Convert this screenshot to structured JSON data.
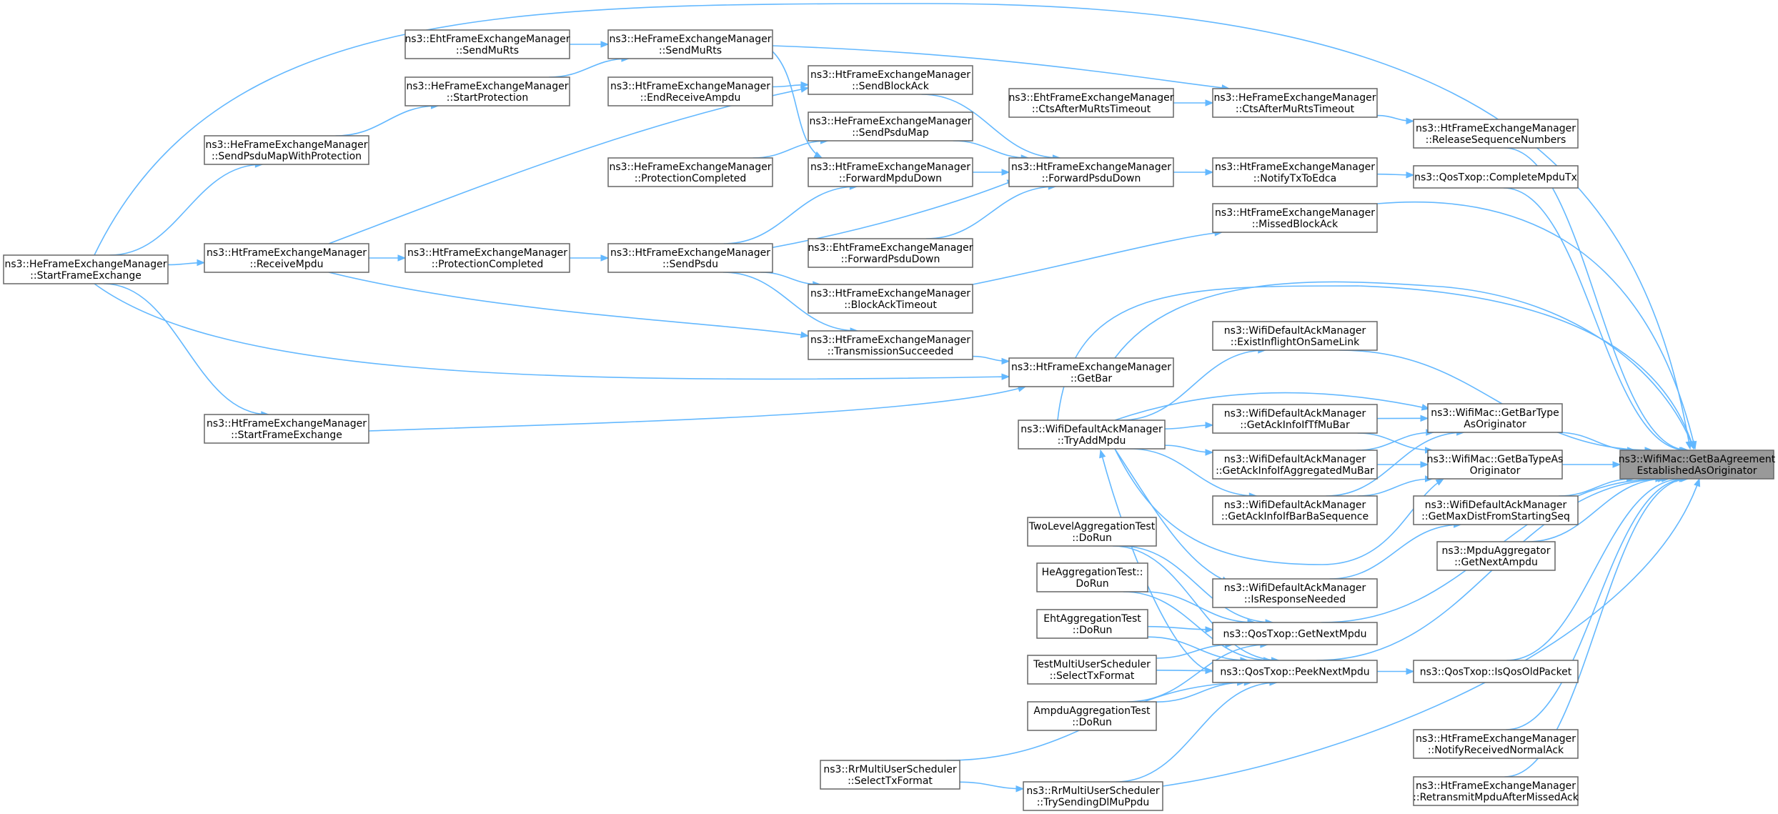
{
  "colors": {
    "edge": "#63b8ff",
    "node_border": "#666666",
    "root_fill": "#999999",
    "background": "#ffffff"
  },
  "nodes": {
    "root": {
      "lines": [
        "ns3::WifiMac::GetBaAgreement",
        "EstablishedAsOriginator"
      ],
      "kind": "root"
    },
    "heStart": {
      "lines": [
        "ns3::HeFrameExchangeManager",
        "::StartFrameExchange"
      ]
    },
    "ehtMuRts": {
      "lines": [
        "ns3::EhtFrameExchangeManager",
        "::SendMuRts"
      ]
    },
    "heMuRts": {
      "lines": [
        "ns3::HeFrameExchangeManager",
        "::SendMuRts"
      ]
    },
    "heStartProt": {
      "lines": [
        "ns3::HeFrameExchangeManager",
        "::StartProtection"
      ]
    },
    "htEndRecv": {
      "lines": [
        "ns3::HtFrameExchangeManager",
        "::EndReceiveAmpdu"
      ]
    },
    "heSendPsduMapProt": {
      "lines": [
        "ns3::HeFrameExchangeManager",
        "::SendPsduMapWithProtection"
      ]
    },
    "htSendBlockAck": {
      "lines": [
        "ns3::HtFrameExchangeManager",
        "::SendBlockAck"
      ]
    },
    "heSendPsduMap": {
      "lines": [
        "ns3::HeFrameExchangeManager",
        "::SendPsduMap"
      ]
    },
    "heProtCompleted": {
      "lines": [
        "ns3::HeFrameExchangeManager",
        "::ProtectionCompleted"
      ]
    },
    "htForwardMpdu": {
      "lines": [
        "ns3::HtFrameExchangeManager",
        "::ForwardMpduDown"
      ]
    },
    "ehtCtsTimeout": {
      "lines": [
        "ns3::EhtFrameExchangeManager",
        "::CtsAfterMuRtsTimeout"
      ]
    },
    "heCtsTimeout": {
      "lines": [
        "ns3::HeFrameExchangeManager",
        "::CtsAfterMuRtsTimeout"
      ]
    },
    "htReleaseSeq": {
      "lines": [
        "ns3::HtFrameExchangeManager",
        "::ReleaseSequenceNumbers"
      ]
    },
    "htForwardPsdu": {
      "lines": [
        "ns3::HtFrameExchangeManager",
        "::ForwardPsduDown"
      ]
    },
    "htNotifyTx": {
      "lines": [
        "ns3::HtFrameExchangeManager",
        "::NotifyTxToEdca"
      ]
    },
    "qosCompleteMpdu": {
      "lines": [
        "ns3::QosTxop::CompleteMpduTx"
      ]
    },
    "htMissedBA": {
      "lines": [
        "ns3::HtFrameExchangeManager",
        "::MissedBlockAck"
      ]
    },
    "htReceiveMpdu": {
      "lines": [
        "ns3::HtFrameExchangeManager",
        "::ReceiveMpdu"
      ]
    },
    "htProtCompleted": {
      "lines": [
        "ns3::HtFrameExchangeManager",
        "::ProtectionCompleted"
      ]
    },
    "htSendPsdu": {
      "lines": [
        "ns3::HtFrameExchangeManager",
        "::SendPsdu"
      ]
    },
    "ehtForwardPsdu": {
      "lines": [
        "ns3::EhtFrameExchangeManager",
        "::ForwardPsduDown"
      ]
    },
    "htBlockAckTimeout": {
      "lines": [
        "ns3::HtFrameExchangeManager",
        "::BlockAckTimeout"
      ]
    },
    "wifiExistInflight": {
      "lines": [
        "ns3::WifiDefaultAckManager",
        "::ExistInflightOnSameLink"
      ]
    },
    "htTxSucceeded": {
      "lines": [
        "ns3::HtFrameExchangeManager",
        "::TransmissionSucceeded"
      ]
    },
    "htGetBar": {
      "lines": [
        "ns3::HtFrameExchangeManager",
        "::GetBar"
      ]
    },
    "htStartFx": {
      "lines": [
        "ns3::HtFrameExchangeManager",
        "::StartFrameExchange"
      ]
    },
    "wifiTryAdd": {
      "lines": [
        "ns3::WifiDefaultAckManager",
        "::TryAddMpdu"
      ]
    },
    "wifiAckTfMuBar": {
      "lines": [
        "ns3::WifiDefaultAckManager",
        "::GetAckInfoIfTfMuBar"
      ]
    },
    "wifiAckAggMuBar": {
      "lines": [
        "ns3::WifiDefaultAckManager",
        "::GetAckInfoIfAggregatedMuBar"
      ]
    },
    "wifiAckBarBa": {
      "lines": [
        "ns3::WifiDefaultAckManager",
        "::GetAckInfoIfBarBaSequence"
      ]
    },
    "macBarType": {
      "lines": [
        "ns3::WifiMac::GetBarType",
        "AsOriginator"
      ]
    },
    "macBaType": {
      "lines": [
        "ns3::WifiMac::GetBaTypeAs",
        "Originator"
      ]
    },
    "wifiMaxDist": {
      "lines": [
        "ns3::WifiDefaultAckManager",
        "::GetMaxDistFromStartingSeq"
      ]
    },
    "mpduAggNext": {
      "lines": [
        "ns3::MpduAggregator",
        "::GetNextAmpdu"
      ]
    },
    "twoLevelTest": {
      "lines": [
        "TwoLevelAggregationTest",
        "::DoRun"
      ]
    },
    "heAggTest": {
      "lines": [
        "HeAggregationTest::",
        "DoRun"
      ]
    },
    "wifiIsResponse": {
      "lines": [
        "ns3::WifiDefaultAckManager",
        "::IsResponseNeeded"
      ]
    },
    "ehtAggTest": {
      "lines": [
        "EhtAggregationTest",
        "::DoRun"
      ]
    },
    "qosGetNext": {
      "lines": [
        "ns3::QosTxop::GetNextMpdu"
      ]
    },
    "testMultiUser": {
      "lines": [
        "TestMultiUserScheduler",
        "::SelectTxFormat"
      ]
    },
    "qosPeekNext": {
      "lines": [
        "ns3::QosTxop::PeekNextMpdu"
      ]
    },
    "qosIsOld": {
      "lines": [
        "ns3::QosTxop::IsQosOldPacket"
      ]
    },
    "ampduTest": {
      "lines": [
        "AmpduAggregationTest",
        "::DoRun"
      ]
    },
    "htNotifyRecv": {
      "lines": [
        "ns3::HtFrameExchangeManager",
        "::NotifyReceivedNormalAck"
      ]
    },
    "rrSelectTx": {
      "lines": [
        "ns3::RrMultiUserScheduler",
        "::SelectTxFormat"
      ]
    },
    "rrTrySending": {
      "lines": [
        "ns3::RrMultiUserScheduler",
        "::TrySendingDlMuPpdu"
      ]
    },
    "htRetransmit": {
      "lines": [
        "ns3::HtFrameExchangeManager",
        "::RetransmitMpduAfterMissedAck"
      ]
    }
  }
}
